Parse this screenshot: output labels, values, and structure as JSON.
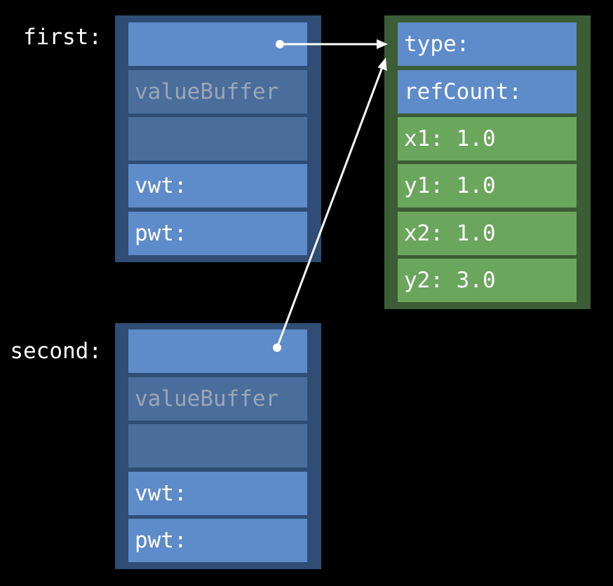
{
  "colors": {
    "background": "#000000",
    "existential_frame": "#2f4d75",
    "cell_active": "#5e8bc9",
    "cell_buffer": "#4a6d9c",
    "buffer_text": "#9aa6b5",
    "heap_frame": "#3b5c35",
    "heap_field": "#6ba65d",
    "arrow": "#ffffff"
  },
  "diagram": {
    "first": {
      "label": "first:",
      "cells": {
        "pointer": "",
        "value_buffer": "valueBuffer",
        "empty": "",
        "vwt": "vwt:",
        "pwt": "pwt:"
      }
    },
    "second": {
      "label": "second:",
      "cells": {
        "pointer": "",
        "value_buffer": "valueBuffer",
        "empty": "",
        "vwt": "vwt:",
        "pwt": "pwt:"
      }
    },
    "heap": {
      "type": "type:",
      "ref_count": "refCount:",
      "fields": [
        "x1: 1.0",
        "y1: 1.0",
        "x2: 1.0",
        "y2: 3.0"
      ]
    }
  }
}
